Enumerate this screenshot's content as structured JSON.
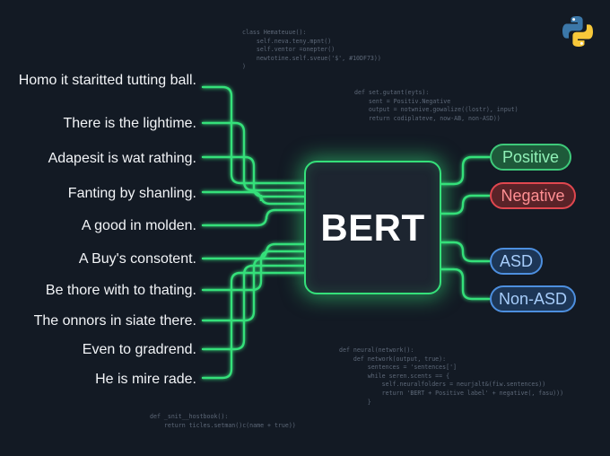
{
  "sentences": [
    "Homo it staritted tutting ball.",
    "There is the lightime.",
    "Adapesit is wat rathing.",
    "Fanting by shanling.",
    "A good in molden.",
    "A Buy's consotent.",
    "Be thore with to thating.",
    "The onnors in siate there.",
    "Even to gradrend.",
    "He is mire rade."
  ],
  "model": {
    "label": "BERT"
  },
  "outputs": {
    "sentiment": [
      "Positive",
      "Negative"
    ],
    "diagnosis": [
      "ASD",
      "Non-ASD"
    ]
  },
  "colors": {
    "background": "#131a24",
    "line": "#35e07a",
    "positive": "#3ec97a",
    "negative": "#e0474f",
    "asd": "#4d8fdf"
  },
  "icons": {
    "logo": "python-logo-icon"
  },
  "code_snippets": [
    "class Hemateuue():\n    self.neva.teny.mpnt()\n    self.ventor =onepter()\n    newtotine.self.sveue('$', #10DF73))\n)",
    "def set.gutant(eyts):\n    sent = Positiv.Negative\n    output = notwnive.gowalize((lostr), input)\n    return codiplateve, now-AB, non-ASD))",
    "def neural(network():\n    def network(output, true):\n        sentences = 'sentences[']\n        while seren.scents == {\n            self.neuralfolders = neurjalt&(fiw.sentences))\n            return 'BERT + Positive label' + negative(, fasu)))\n        }",
    "def _snit__hostbook():\n    return ticles.setman()c(name + true))"
  ]
}
